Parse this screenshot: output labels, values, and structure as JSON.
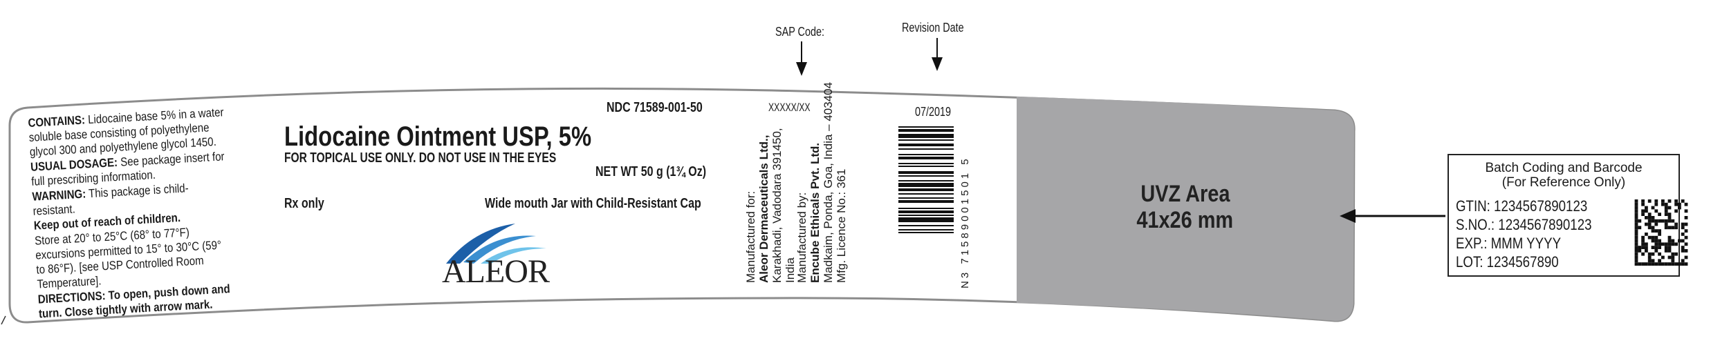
{
  "left_panel": {
    "contains_label": "CONTAINS:",
    "contains_text": "Lidocaine base 5% in a water soluble base consisting of polyethylene glycol 300 and polyethylene glycol 1450.",
    "dosage_label": "USUAL DOSAGE:",
    "dosage_text": "See package insert for full prescribing information.",
    "warning_label": "WARNING:",
    "warning_text": "This package is child-resistant.",
    "keep_out": "Keep out of reach of children.",
    "storage": "Store at 20° to 25°C (68° to 77°F) excursions permitted to 15° to 30°C (59° to 86°F). [see USP Controlled Room Temperature].",
    "directions": "DIRECTIONS: To open, push down and turn. Close tightly with arrow mark."
  },
  "center_panel": {
    "ndc": "NDC 71589-001-50",
    "title": "Lidocaine Ointment USP, 5%",
    "subtitle": "FOR TOPICAL USE ONLY. DO NOT USE IN THE EYES",
    "net_wt": "NET WT 50 g (1¾ Oz)",
    "rx_only": "Rx only",
    "container": "Wide mouth Jar with Child-Resistant Cap",
    "logo": "ALEOR"
  },
  "annotations": {
    "sap_code_label": "SAP Code:",
    "sap_code_value": "XXXXX/XX",
    "revision_label": "Revision Date",
    "revision_value": "07/2019"
  },
  "manufacturer": {
    "for_label": "Manufactured for:",
    "for_name": "Aleor Dermaceuticals Ltd.,",
    "for_address1": "Karakhadi, Vadodara 391450,",
    "for_address2": "India",
    "by_label": "Manufactured by:",
    "by_name": "Encube Ethicals Pvt. Ltd.",
    "by_address": "Madkaim, Ponda, Goa, India – 403404",
    "licence": "Mfg. Licence No.: 361"
  },
  "barcode": {
    "prefix": "N",
    "first": "3",
    "digits": "71589001501",
    "check": "5"
  },
  "uvz": {
    "line1": "UVZ Area",
    "line2": "41x26 mm",
    "color": "#a6a6a8"
  },
  "reference_box": {
    "title1": "Batch Coding and Barcode",
    "title2": "(For Reference Only)",
    "gtin": "GTIN: 1234567890123",
    "sno": "S.NO.: 1234567890123",
    "exp": "EXP.: MMM YYYY",
    "lot": "LOT: 1234567890"
  },
  "colors": {
    "outline": "#8c8c8c",
    "logo_dark": "#1c5fa8",
    "logo_light": "#6fc3ea"
  }
}
